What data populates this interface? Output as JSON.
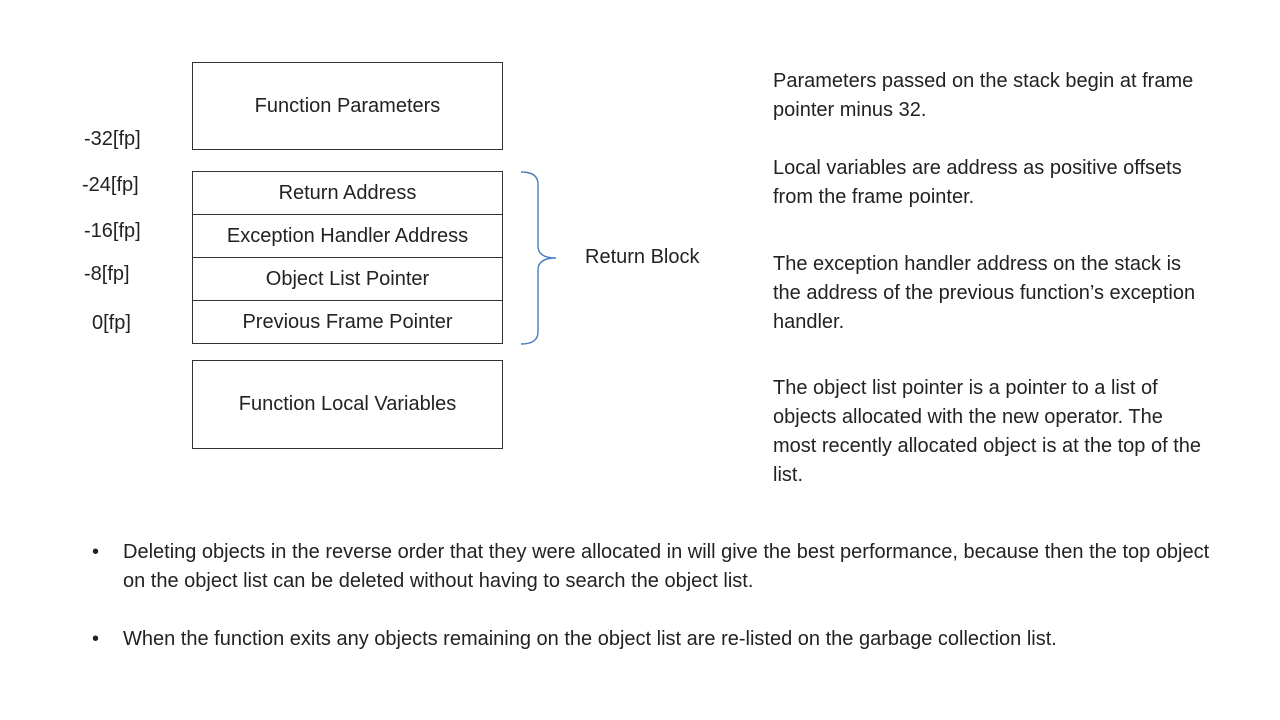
{
  "diagram": {
    "top_box": "Function Parameters",
    "stack_rows": [
      "Return Address",
      "Exception Handler Address",
      "Object List Pointer",
      "Previous Frame Pointer"
    ],
    "bottom_box": "Function Local Variables",
    "offsets": [
      "-32[fp]",
      "-24[fp]",
      "-16[fp]",
      "-8[fp]",
      "0[fp]"
    ],
    "brace_label": "Return Block",
    "brace_color": "#4a7ebb"
  },
  "notes": [
    "Parameters passed on the stack begin at frame pointer minus 32.",
    "Local variables are address as positive offsets from the frame pointer.",
    "The exception handler address on the stack is the address of the previous function’s exception handler.",
    "The object list pointer is a pointer to a list of objects allocated with the new operator. The most recently allocated object is at the top of the list."
  ],
  "bullets": [
    "Deleting objects in the reverse order that they were allocated in will give the best performance, because then the top object on the object list can be deleted without having to search the object list.",
    "When the function exits any objects remaining on the object list are re-listed on the garbage collection list."
  ],
  "bullet_symbol": "•"
}
